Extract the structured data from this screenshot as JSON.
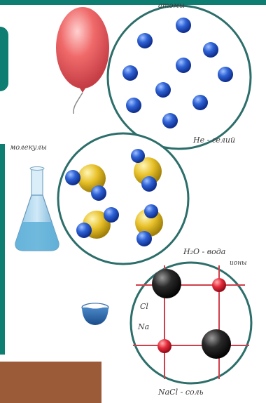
{
  "labels": {
    "atoms": "атомы",
    "he": "He - гелий",
    "molecules": "молекулы",
    "water": "H₂O - вода",
    "ions": "ионы",
    "cl": "Cl",
    "na": "Na",
    "salt": "NaCl - соль"
  },
  "colors": {
    "teal": "#0e7d72",
    "balloon": "#f06a6a",
    "atom_blue": "#2454c8",
    "oxygen_yellow": "#e8c12a",
    "cl_black": "#222222",
    "na_red": "#e52a3b",
    "brown": "#9b5a38"
  },
  "icons": [
    "balloon-icon",
    "flask-icon",
    "salt-bowl-icon"
  ]
}
